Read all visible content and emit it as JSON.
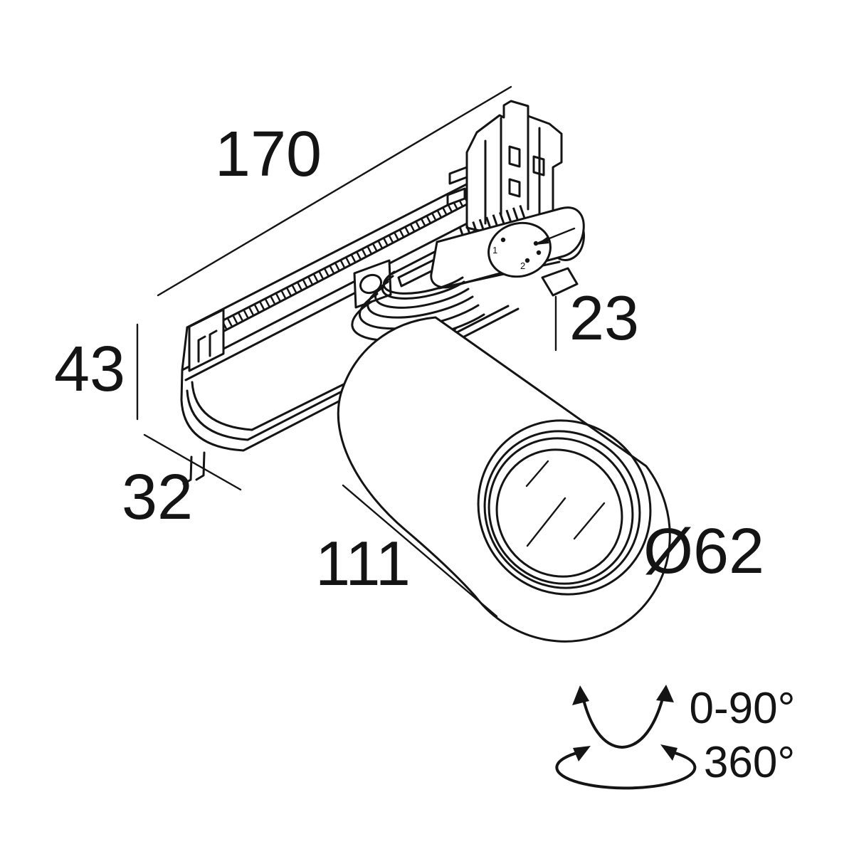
{
  "figure": {
    "type": "technical-dimension-drawing",
    "subject": "track-mounted cylindrical spotlight with 3-phase track adapter",
    "ink": "#141414",
    "paper": "#ffffff",
    "labels": {
      "track_length": "170",
      "track_height": "43",
      "track_width": "32",
      "body_length": "111",
      "adapter_offset": "23",
      "lens_diameter": "Ø62"
    },
    "rotation": {
      "tilt_range": "0-90°",
      "pan_range": "360°"
    },
    "dial_marks": [
      "1",
      "2"
    ]
  }
}
